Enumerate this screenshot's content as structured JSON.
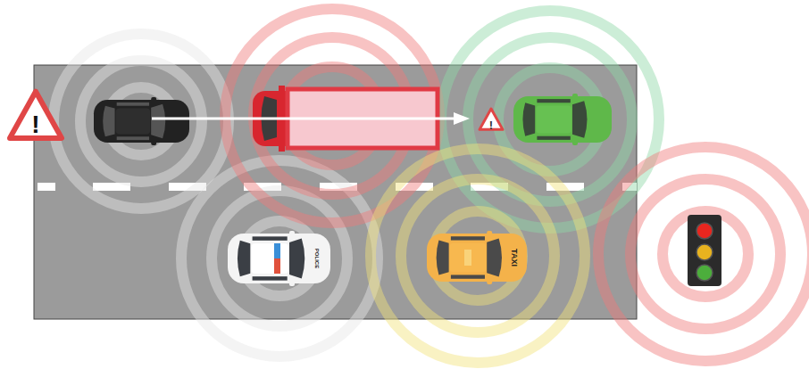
{
  "diagram": {
    "labels": [
      "!",
      "!",
      "POLICE",
      "TAXI"
    ]
  }
}
